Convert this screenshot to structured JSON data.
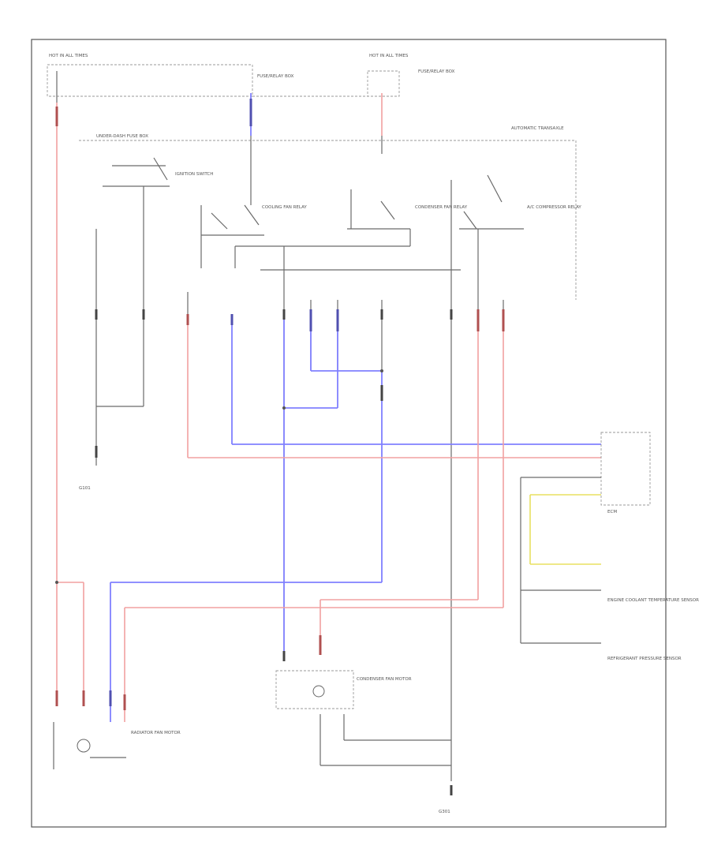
{
  "diagram": {
    "footer_code": "",
    "labels": {
      "hot_top_left": "HOT IN ALL TIMES",
      "fuse_block_left": "FUSE/RELAY BOX",
      "fuse_block_right": "HOT IN ALL TIMES",
      "relay_box_right": "FUSE/RELAY BOX",
      "under_dash": "UNDER-DASH FUSE BOX",
      "auto_transaxle": "AUTOMATIC TRANSAXLE",
      "ignition_switch": "IGNITION SWITCH",
      "cooling_relay_1": "COOLING FAN RELAY",
      "cooling_relay_2": "CONDENSER FAN RELAY",
      "cooling_relay_3": "A/C COMPRESSOR RELAY",
      "radiator_fan_motor": "RADIATOR FAN MOTOR",
      "condenser_fan_motor": "CONDENSER FAN MOTOR",
      "ecm": "ECM",
      "eng_coolant_sensor": "ENGINE COOLANT TEMPERATURE SENSOR",
      "refrigerant_sensor": "REFRIGERANT PRESSURE SENSOR",
      "ground_left": "G101",
      "ground_bottom": "G301"
    }
  }
}
